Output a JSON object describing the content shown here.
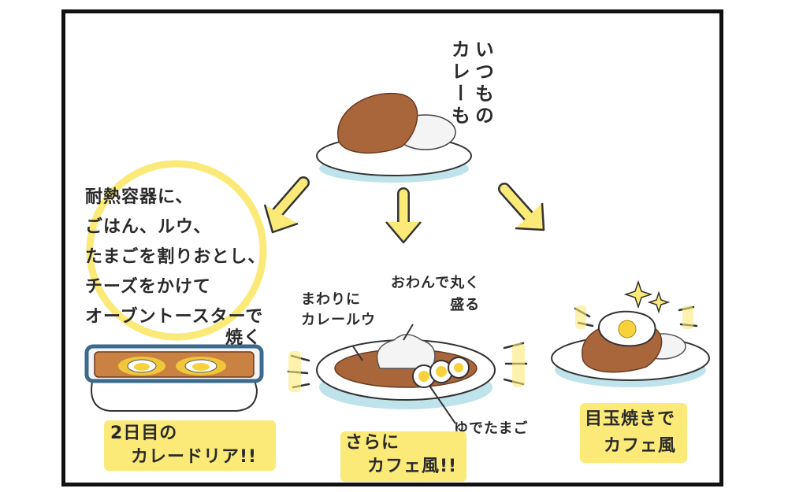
{
  "intro": {
    "line1": "いつもの",
    "line2": "カレーも"
  },
  "left": {
    "instructions": [
      "耐熱容器に、",
      "ごはん、ルウ、",
      "たまごを割りおとし、",
      "チーズをかけて",
      "オーブントースターで"
    ],
    "bake": "焼く",
    "caption": [
      "2日目の",
      "カレードリア!!"
    ]
  },
  "middle": {
    "label_around": [
      "まわりに",
      "カレールウ"
    ],
    "label_rice": [
      "おわんで丸く",
      "盛る"
    ],
    "label_egg": "ゆでたまご",
    "caption": [
      "さらに",
      "カフェ風!!"
    ]
  },
  "right": {
    "caption": [
      "目玉焼きで",
      "カフェ風"
    ]
  },
  "colors": {
    "curry": "#a9663b",
    "highlight": "#fbe978",
    "plate_shadow": "#bfe3ea",
    "dish_border": "#3b6a8c",
    "yolk": "#f7d23a"
  }
}
